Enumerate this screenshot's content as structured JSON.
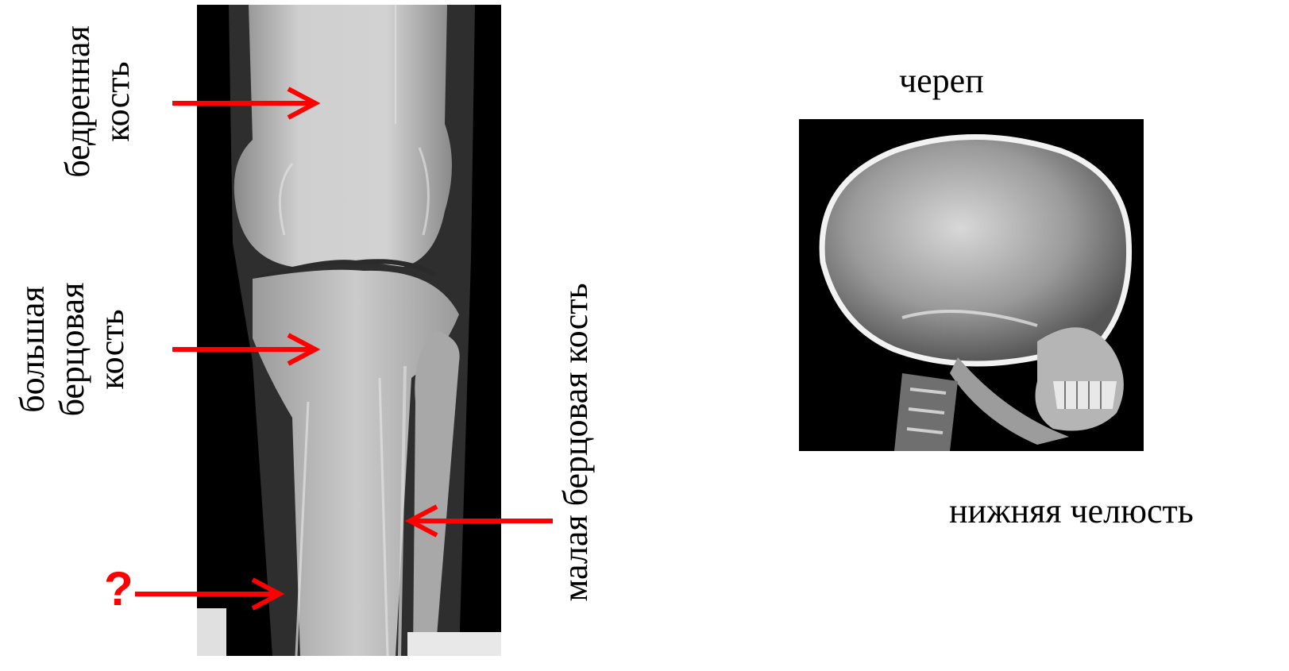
{
  "labels": {
    "femur_line1": "бедренная",
    "femur_line2": "кость",
    "tibia_line1": "большая",
    "tibia_line2": "берцовая",
    "tibia_line3": "кость",
    "fibula": "малая берцовая кость",
    "skull": "череп",
    "mandible": "нижняя челюсть",
    "unknown": "?"
  },
  "colors": {
    "arrow": "#ff0000",
    "question_mark": "#ff0000",
    "xray_background": "#000000"
  }
}
